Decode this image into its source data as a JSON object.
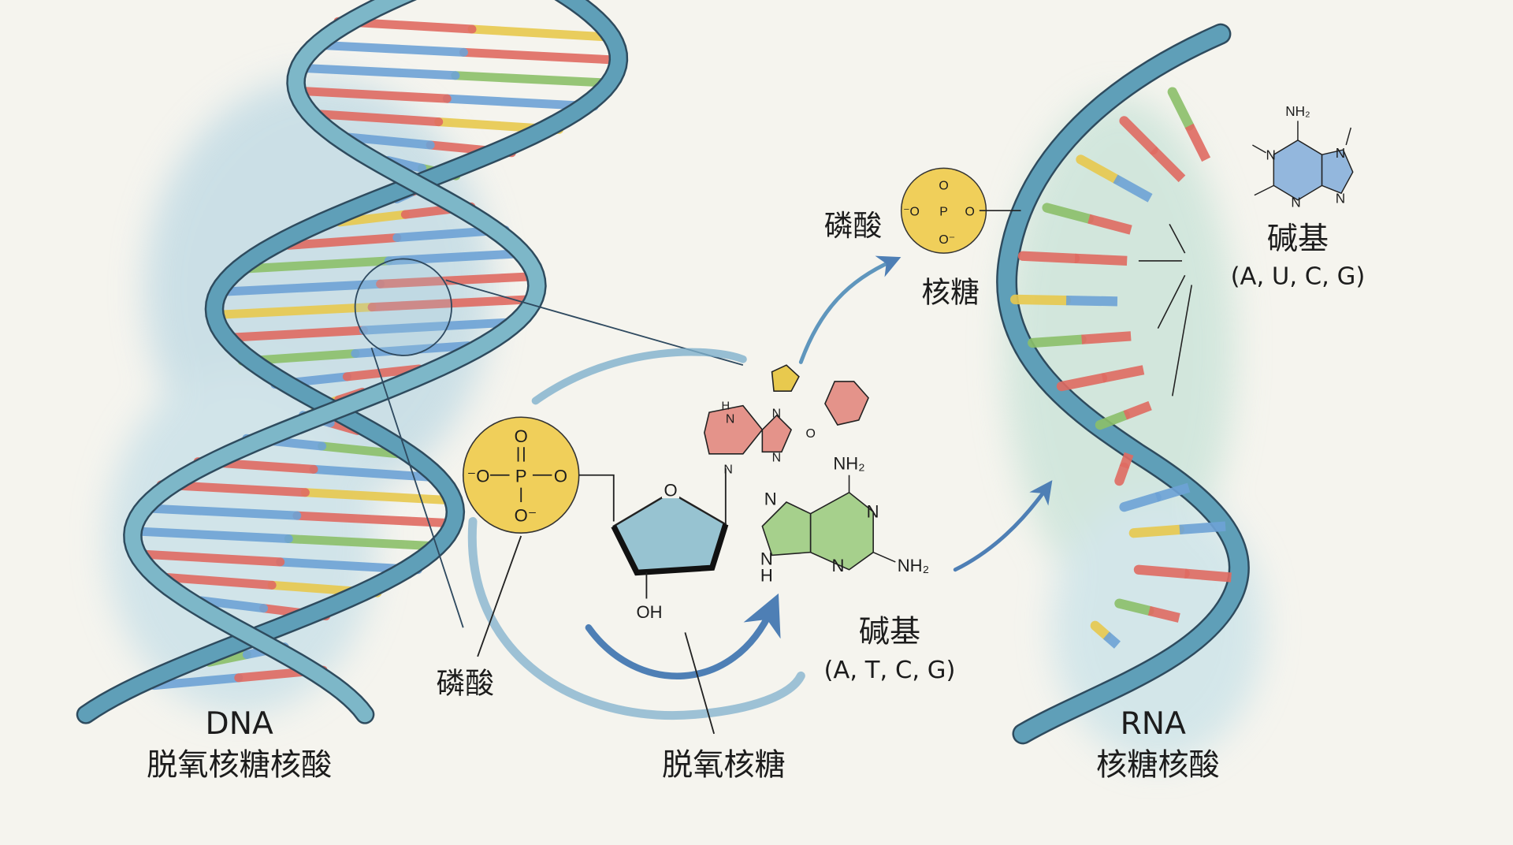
{
  "dna": {
    "title": "DNA",
    "subtitle": "脱氧核糖核酸"
  },
  "rna": {
    "title": "RNA",
    "subtitle": "核糖核酸"
  },
  "nucleotide": {
    "phosphate_label": "磷酸",
    "sugar_label": "脱氧核糖",
    "base_label": "碱基",
    "base_letters": "(A, T, C, G)"
  },
  "rna_parts": {
    "phosphate_label": "磷酸",
    "sugar_label": "核糖",
    "base_label": "碱基",
    "base_letters": "(A, U, C, G)"
  },
  "chem": {
    "O": "O",
    "P": "P",
    "O_minus": "⁻O",
    "O_minus_r": "O⁻",
    "N": "N",
    "H": "H",
    "NH2": "NH₂",
    "OH": "OH"
  },
  "colors": {
    "background": "#f5f4ee",
    "strand": "#5f9fb8",
    "phosphate": "#f0cf5a",
    "sugar": "#7fb6c9",
    "base_green": "#98c97a",
    "base_red": "#e07a70",
    "base_blue": "#7aa7d8",
    "rungs": [
      "#e8c94e",
      "#e06b62",
      "#8cc06a",
      "#6ea3d6"
    ]
  }
}
